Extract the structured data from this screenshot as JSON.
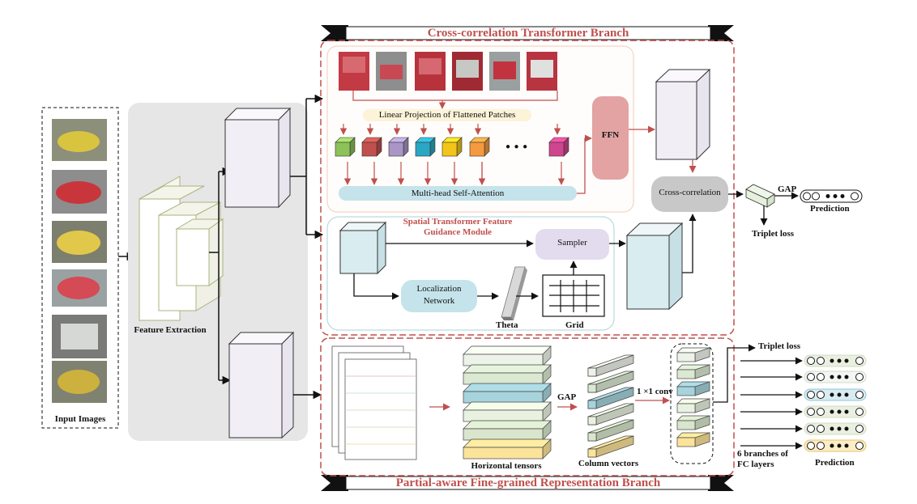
{
  "input": {
    "label": "Input Images"
  },
  "feature_extraction": {
    "label": "Feature Extraction"
  },
  "top_branch": {
    "title": "Cross-correlation Transformer Branch",
    "linear_projection": "Linear Projection of Flattened Patches",
    "ellipsis": "● ● ●",
    "mhsa": "Multi-head Self-Attention",
    "ffn": "FFN",
    "cross_correlation": "Cross-correlation",
    "gap": "GAP",
    "triplet_loss": "Triplet loss",
    "prediction": "Prediction"
  },
  "stfg": {
    "title_line1": "Spatial Transformer Feature",
    "title_line2": "Guidance Module",
    "sampler": "Sampler",
    "localization": "Localization\nNetwork",
    "theta": "Theta",
    "grid": "Grid"
  },
  "bottom_branch": {
    "title": "Partial-aware Fine-grained Representation Branch",
    "gap": "GAP",
    "conv": "1 ×1 conv",
    "horizontal_tensors": "Horizontal tensors",
    "column_vectors": "Column vectors",
    "triplet_loss": "Triplet loss",
    "fc_branches": "6 branches of\nFC layers",
    "prediction": "Prediction"
  },
  "colors": {
    "dashed_red": "#c0504d",
    "gray_panel": "#e6e6e6",
    "cube_face": "#f1eef6",
    "teal_cube": "#d9ecf0",
    "mhsa_fill": "#c5e3ea",
    "ffn_fill": "#e3a3a3",
    "proj_fill": "#fdf3d9",
    "sampler_fill": "#e3dcef",
    "localization_fill": "#c5e3ea",
    "crosscorr_fill": "#c8c8c8",
    "arrow_red": "#c0504d",
    "patch_tokens": [
      "#8dc15a",
      "#c0504d",
      "#a996c6",
      "#2ba6c3",
      "#f3c51a",
      "#f59a3e",
      "#d0458f"
    ],
    "stack_colors": [
      "#eef3ea",
      "#dbe8d2",
      "#a7d3dd",
      "#e9f2e0",
      "#d9e6cd",
      "#fbe39a"
    ]
  }
}
